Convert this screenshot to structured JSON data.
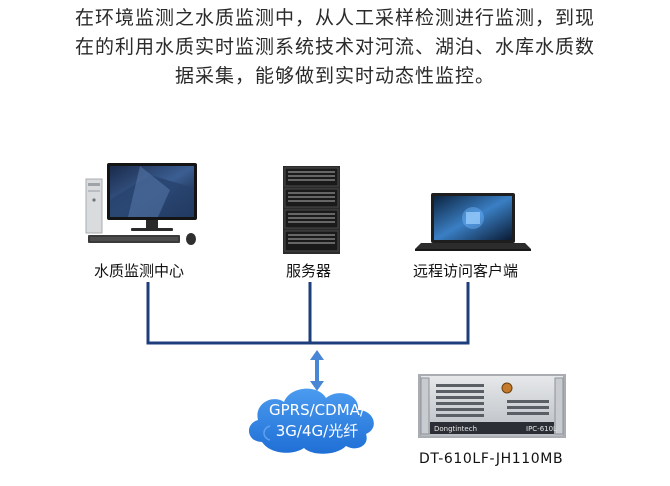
{
  "intro": {
    "line1": "在环境监测之水质监测中，从人工采样检测进行监测，到现",
    "line2": "在的利用水质实时监测系统技术对河流、湖泊、水库水质数",
    "line3": "据采集，能够做到实时动态性监控。"
  },
  "nodes": {
    "monitoring_center": "水质监测中心",
    "server": "服务器",
    "remote_client": "远程访问客户端"
  },
  "network": {
    "line1": "GPRS/CDMA/",
    "line2": "3G/4G/光纤"
  },
  "device": {
    "model": "DT-610LF-JH110MB",
    "brand": "Dongtintech",
    "badge": "IPC-610L"
  },
  "colors": {
    "connector": "#1c3e7a",
    "arrow": "#4a86d6",
    "cloud": "#2f7fe0"
  }
}
